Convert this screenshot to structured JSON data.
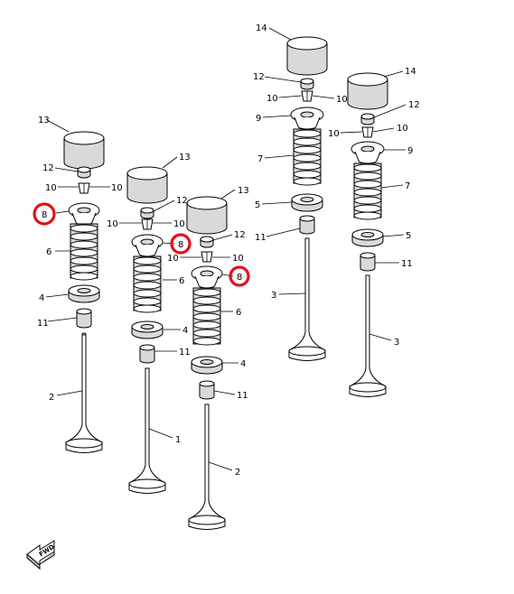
{
  "diagram": {
    "labels": {
      "13": "13",
      "12": "12",
      "10": "10",
      "8": "8",
      "6": "6",
      "4": "4",
      "11": "11",
      "2": "2",
      "1": "1",
      "14": "14",
      "9": "9",
      "7": "7",
      "5": "5",
      "3": "3"
    },
    "fwd_label": "FWD",
    "highlight_color": "#e0121c"
  }
}
